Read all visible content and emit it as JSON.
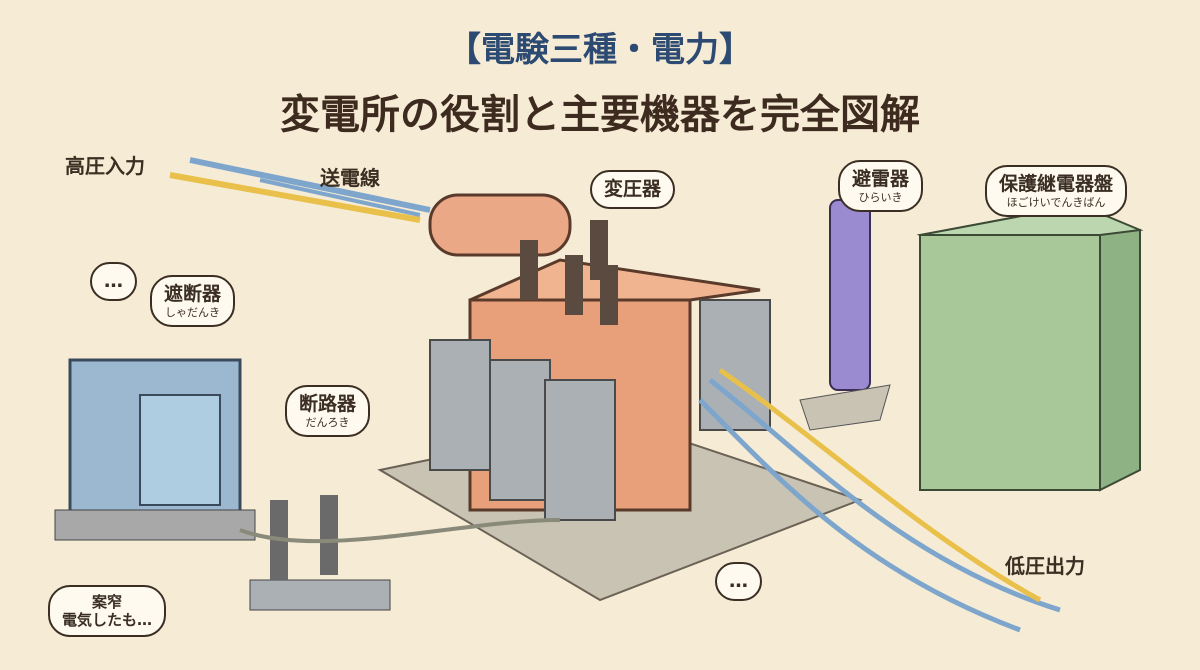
{
  "title": {
    "line1": "【電験三種・電力】",
    "line2": "変電所の役割と主要機器を完全図解"
  },
  "labels": {
    "input": "高圧入力",
    "line": "送電線",
    "output": "低圧出力"
  },
  "bubbles": {
    "transformer": {
      "name": "変圧器"
    },
    "arrester": {
      "name": "避雷器",
      "reading": "ひらいき"
    },
    "relay": {
      "name": "保護継電器盤",
      "reading": "ほごけいでんきばん"
    },
    "breaker": {
      "name": "遮断器",
      "reading": "しゃだんき"
    },
    "disconnector": {
      "name": "断路器",
      "reading": "だんろき"
    },
    "worker_left_top": "…",
    "worker_bottom_center": "…",
    "worker_bottom_left": {
      "line1": "案窄",
      "line2": "電気したも…"
    }
  }
}
